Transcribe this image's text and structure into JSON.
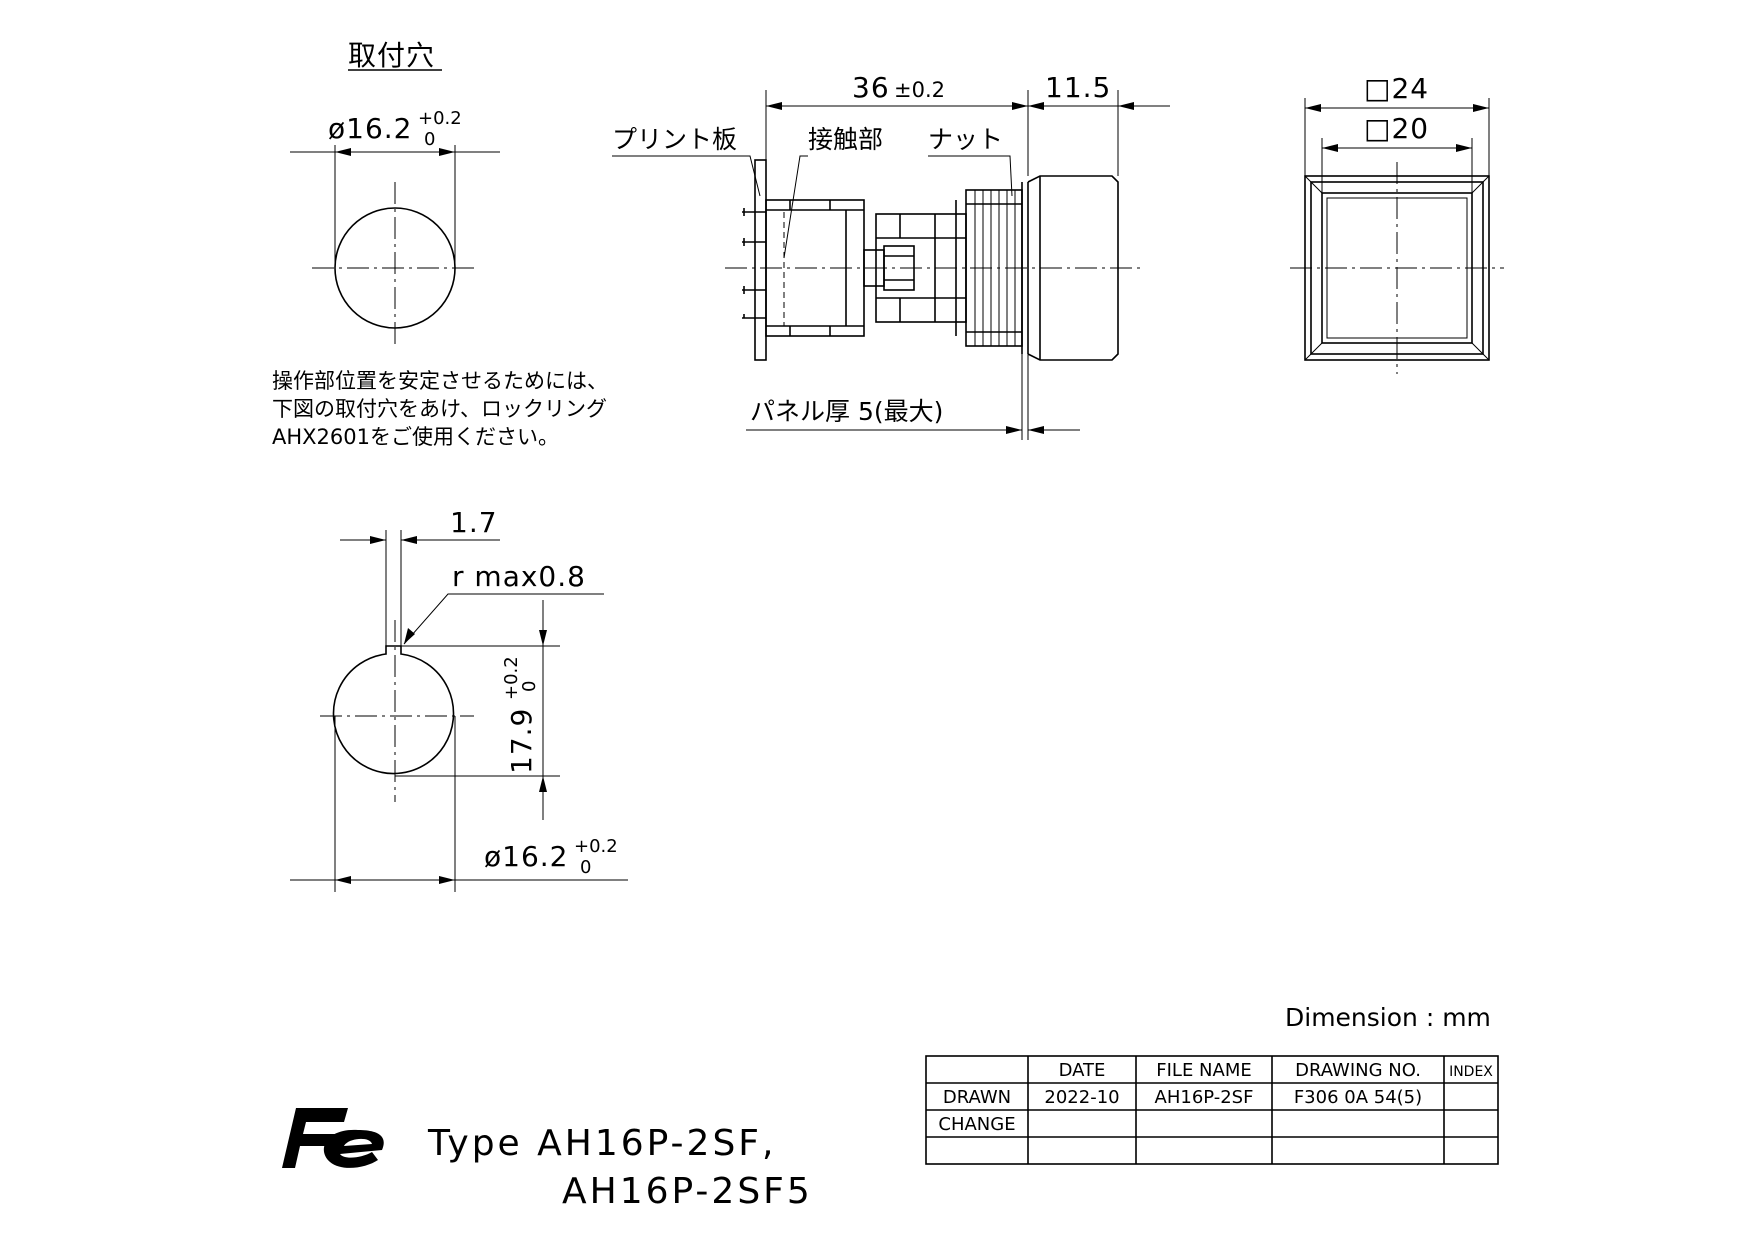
{
  "mounting_hole": {
    "title": "取付穴",
    "diameter_label": "ø16.2",
    "tol_upper": "+0.2",
    "tol_lower": "0"
  },
  "side_view": {
    "dim_length": "36",
    "dim_length_tol": "±0.2",
    "dim_depth": "11.5",
    "label_pcb": "プリント板",
    "label_contact": "接触部",
    "label_nut": "ナット",
    "label_panel": "パネル厚 5(最大)"
  },
  "front_view": {
    "outer_size": "□24",
    "inner_size": "□20"
  },
  "note": {
    "line1": "操作部位置を安定させるためには、",
    "line2": "下図の取付穴をあけ、ロックリング",
    "line3": "AHX2601をご使用ください。"
  },
  "keyed_hole": {
    "notch_width": "1.7",
    "radius": "r max0.8",
    "height_label": "17.9",
    "height_tol_upper": "+0.2",
    "height_tol_lower": "0",
    "diameter_label": "ø16.2",
    "tol_upper": "+0.2",
    "tol_lower": "0"
  },
  "unit": "Dimension : mm",
  "logo": "Fe",
  "type_line1": "Type AH16P-2SF,",
  "type_line2": "AH16P-2SF5",
  "title_block": {
    "headers": [
      "",
      "DATE",
      "FILE NAME",
      "DRAWING NO.",
      "INDEX"
    ],
    "rows": [
      [
        "DRAWN",
        "2022-10",
        "AH16P-2SF",
        "F306 0A 54(5)",
        ""
      ],
      [
        "CHANGE",
        "",
        "",
        "",
        ""
      ],
      [
        "",
        "",
        "",
        "",
        ""
      ]
    ]
  }
}
